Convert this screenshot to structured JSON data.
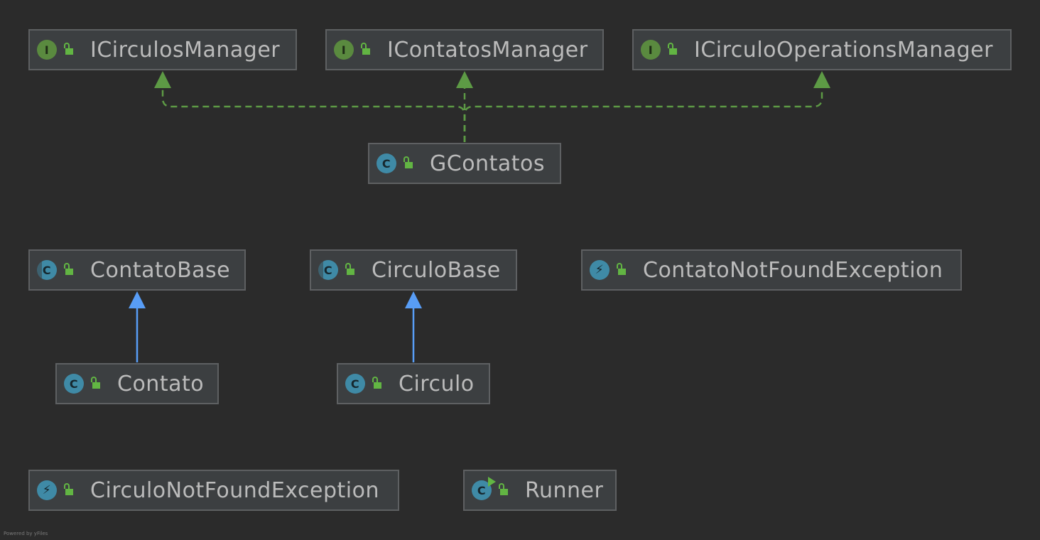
{
  "nodes": {
    "icirculos_manager": {
      "label": "ICirculosManager",
      "kind": "interface",
      "kind_glyph": "I"
    },
    "icontatos_manager": {
      "label": "IContatosManager",
      "kind": "interface",
      "kind_glyph": "I"
    },
    "icirculo_operations_manager": {
      "label": "ICirculoOperationsManager",
      "kind": "interface",
      "kind_glyph": "I"
    },
    "gcontatos": {
      "label": "GContatos",
      "kind": "class",
      "kind_glyph": "C"
    },
    "contato_base": {
      "label": "ContatoBase",
      "kind": "abstract-class",
      "kind_glyph": "C"
    },
    "circulo_base": {
      "label": "CirculoBase",
      "kind": "abstract-class",
      "kind_glyph": "C"
    },
    "contato_not_found_exception": {
      "label": "ContatoNotFoundException",
      "kind": "exception",
      "kind_glyph": "⚡"
    },
    "contato": {
      "label": "Contato",
      "kind": "class",
      "kind_glyph": "C"
    },
    "circulo": {
      "label": "Circulo",
      "kind": "class",
      "kind_glyph": "C"
    },
    "circulo_not_found_exception": {
      "label": "CirculoNotFoundException",
      "kind": "exception",
      "kind_glyph": "⚡"
    },
    "runner": {
      "label": "Runner",
      "kind": "runnable-class",
      "kind_glyph": "C"
    }
  },
  "edges": [
    {
      "from": "GContatos",
      "to": "ICirculosManager",
      "type": "implements"
    },
    {
      "from": "GContatos",
      "to": "IContatosManager",
      "type": "implements"
    },
    {
      "from": "GContatos",
      "to": "ICirculoOperationsManager",
      "type": "implements"
    },
    {
      "from": "Contato",
      "to": "ContatoBase",
      "type": "extends"
    },
    {
      "from": "Circulo",
      "to": "CirculoBase",
      "type": "extends"
    }
  ],
  "colors": {
    "background": "#2b2b2b",
    "node_fill": "#3c3f41",
    "node_border": "#5e6062",
    "implements_edge": "#5d9a45",
    "extends_edge": "#589df6",
    "public_lock": "#62b543"
  },
  "footer": "Powered by yFiles"
}
